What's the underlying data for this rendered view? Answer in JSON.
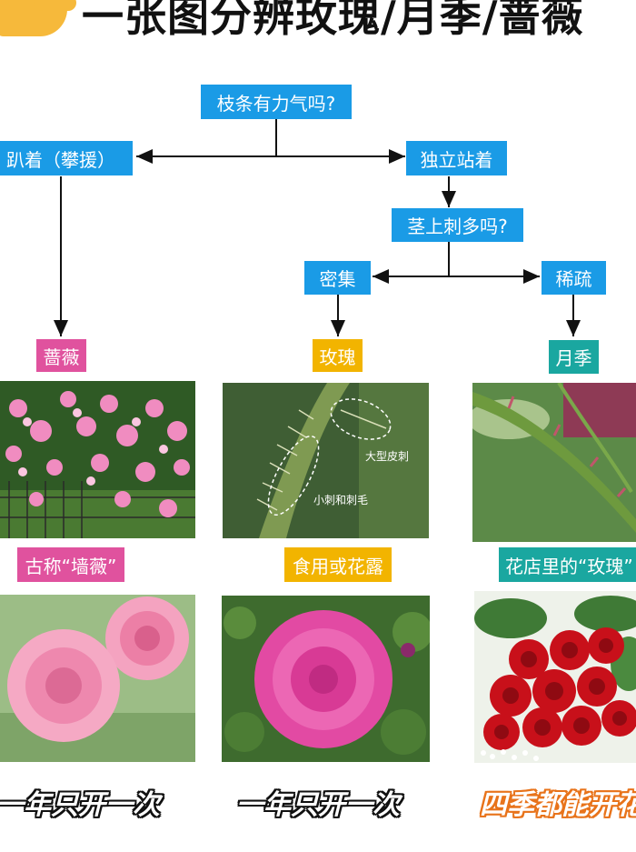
{
  "title": "一张图分辨玫瑰/月季/蔷薇",
  "flow": {
    "root": "枝条有力气吗?",
    "left_branch": "趴着（攀援）",
    "right_branch": "独立站着",
    "question2": "茎上刺多吗?",
    "dense": "密集",
    "sparse": "稀疏"
  },
  "results": {
    "qiangwei": "蔷薇",
    "meigui": "玫瑰",
    "yueji": "月季"
  },
  "notes": {
    "qiangwei": "古称“墙薇”",
    "meigui": "食用或花露",
    "yueji": "花店里的“玫瑰”"
  },
  "photo_annotations": {
    "large_thorn": "大型皮刺",
    "small_thorn": "小刺和刺毛"
  },
  "bloom": {
    "qiangwei": "一年只开一次",
    "meigui": "一年只开一次",
    "yueji": "四季都能开花"
  },
  "colors": {
    "node_blue": "#1a9be6",
    "qiangwei_pink": "#e0529e",
    "meigui_yellow": "#f2b400",
    "yueji_teal": "#1aa7a0"
  }
}
